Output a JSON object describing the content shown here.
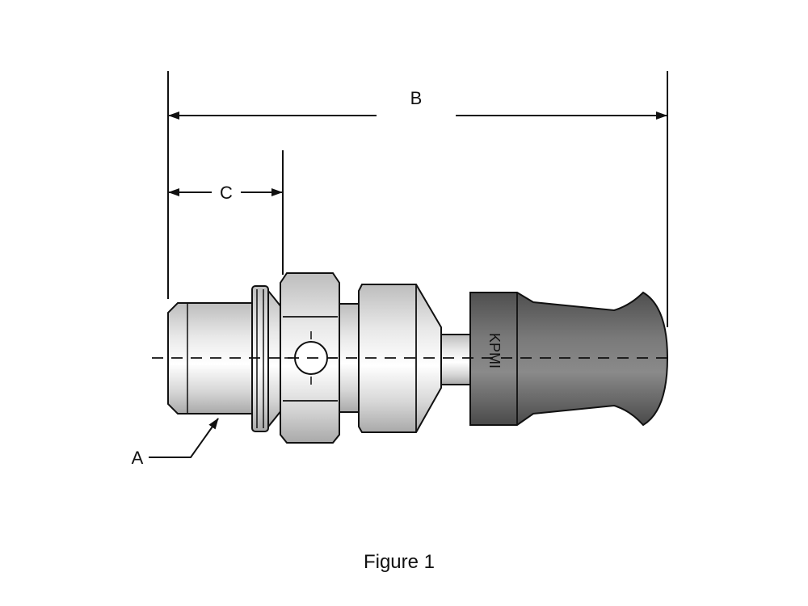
{
  "diagram": {
    "labels": {
      "dimension_b": "B",
      "dimension_c": "C",
      "thread_callout": "A",
      "brand_mark": "KPMI"
    },
    "caption": "Figure 1",
    "colors": {
      "line": "#111111",
      "metal_light": "#cfcfcf",
      "metal_dark": "#6e6e6e",
      "background": "#ffffff"
    }
  }
}
